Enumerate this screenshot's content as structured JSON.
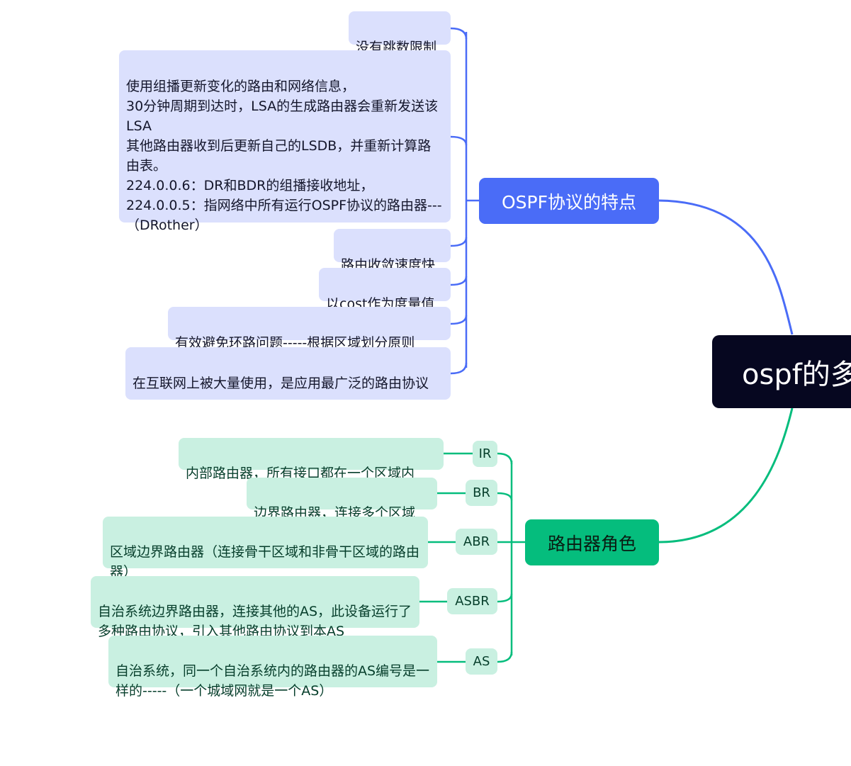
{
  "root": {
    "title": "ospf的多"
  },
  "colors": {
    "blue_branch": "#4a6cf7",
    "blue_leaf": "#dbe0fd",
    "green_branch": "#05bd7d",
    "green_leaf": "#c9f0e1",
    "root_bg": "#060720"
  },
  "features": {
    "title": "OSPF协议的特点",
    "items": [
      "没有跳数限制",
      "使用组播更新变化的路由和网络信息，\n30分钟周期到达时，LSA的生成路由器会重新发送该LSA\n其他路由器收到后更新自己的LSDB，并重新计算路由表。\n224.0.0.6：DR和BDR的组播接收地址，\n224.0.0.5：指网络中所有运行OSPF协议的路由器---（DRother）",
      "路由收敛速度快",
      "以cost作为度量值",
      "有效避免环路问题-----根据区域划分原则",
      "在互联网上被大量使用，是应用最广泛的路由协议"
    ]
  },
  "roles": {
    "title": "路由器角色",
    "items": [
      {
        "abbr": "IR",
        "desc": "内部路由器，所有接口都在一个区域内"
      },
      {
        "abbr": "BR",
        "desc": "边界路由器，连接多个区域"
      },
      {
        "abbr": "ABR",
        "desc": "区域边界路由器（连接骨干区域和非骨干区域的路由器）"
      },
      {
        "abbr": "ASBR",
        "desc": "自治系统边界路由器，连接其他的AS，此设备运行了多种路由协议，引入其他路由协议到本AS"
      },
      {
        "abbr": "AS",
        "desc": "自治系统，同一个自治系统内的路由器的AS编号是一样的-----（一个城域网就是一个AS）"
      }
    ]
  }
}
